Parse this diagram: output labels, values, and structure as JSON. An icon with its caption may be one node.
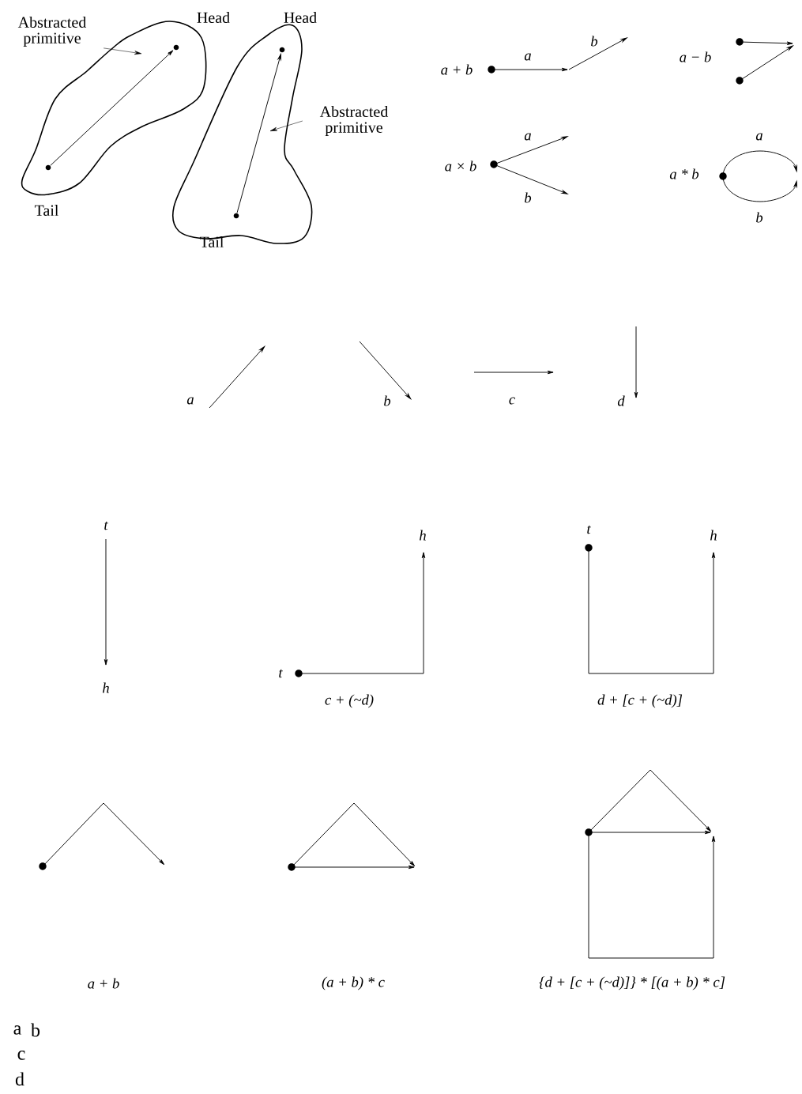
{
  "diagram": {
    "nodes": [
      {
        "text": [
          "Abstracted primitive"
        ]
      },
      {
        "text": [
          "Abstracted primitive"
        ]
      },
      {
        "text": [],
        "shape": "circle"
      },
      {
        "text": [],
        "shape": "circle"
      },
      {
        "text": [],
        "shape": "circle"
      },
      {
        "text": [],
        "shape": "circle"
      }
    ],
    "edges": [
      {
        "from": 0,
        "to": null,
        "arrow": "to"
      },
      {
        "from": 1,
        "to": null,
        "arrow": "to"
      },
      {
        "from": 2,
        "to": 3,
        "arrow": "to"
      },
      {
        "from": 4,
        "to": 5,
        "arrow": "to"
      }
    ],
    "labels": [
      "Head",
      "Head",
      "a + b",
      "a",
      "b",
      "a − b",
      "a",
      "a × b",
      "a",
      "a * b",
      "b",
      "Tail",
      "b",
      "Tail",
      "a",
      "b",
      "c",
      "d",
      "t",
      "h",
      "t",
      "h",
      "t",
      "h",
      "c + (~d)",
      "d + [c + (~d)]",
      "a + b",
      "(a + b) * c",
      "{d + [c + (~d)]} * [(a + b) * c]",
      "a",
      "b",
      "c",
      "d"
    ]
  }
}
